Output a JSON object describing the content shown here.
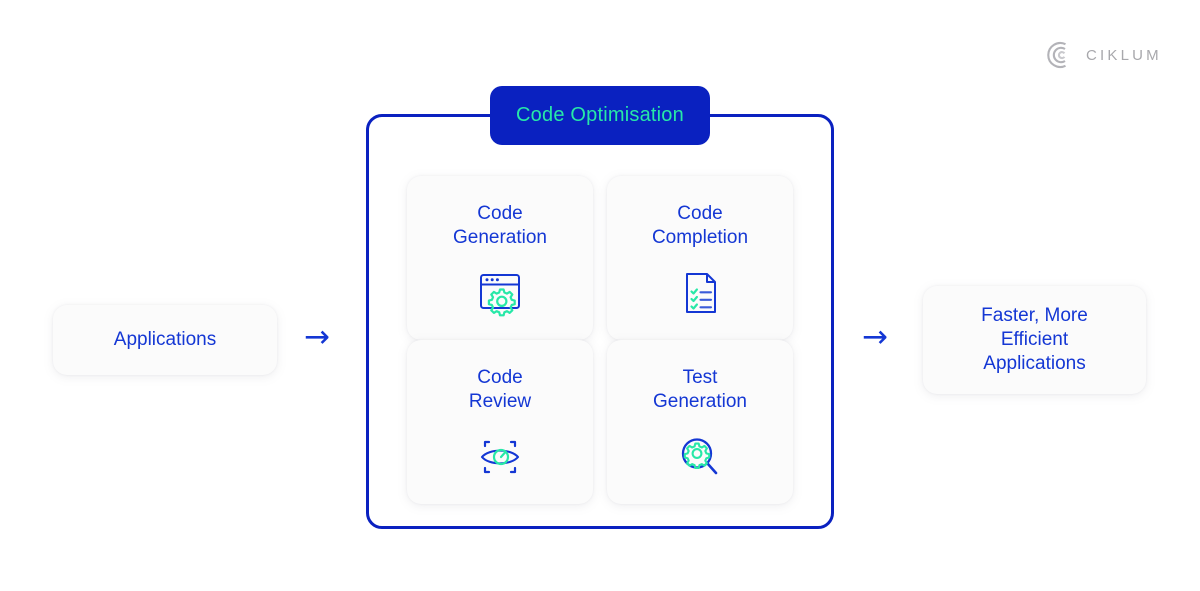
{
  "brand": {
    "logo_icon": "ciklum-arcs-logo",
    "name": "CIKLUM",
    "color": "#a8a8ac"
  },
  "flow": {
    "input": {
      "label": "Applications"
    },
    "arrow_in": {
      "icon": "arrow-right-icon",
      "glyph": "→"
    },
    "arrow_out": {
      "icon": "arrow-right-icon",
      "glyph": "→"
    },
    "output": {
      "label": "Faster, More\nEfficient\nApplications"
    }
  },
  "container": {
    "title": "Code Optimisation",
    "badge_bg": "#0a21c0",
    "badge_text_color": "#27e8a7",
    "border_color": "#0a21c0",
    "cards": [
      {
        "label": "Code\nGeneration",
        "icon": "browser-window-gear-icon"
      },
      {
        "label": "Code\nCompletion",
        "icon": "document-checklist-icon"
      },
      {
        "label": "Code\nReview",
        "icon": "eye-scan-icon"
      },
      {
        "label": "Test\nGeneration",
        "icon": "magnifier-gear-icon"
      }
    ]
  },
  "colors": {
    "blue": "#1437d4",
    "deep_blue": "#0a21c0",
    "green": "#27e8a7",
    "card_bg": "#fbfbfb",
    "page_bg": "#ffffff"
  }
}
